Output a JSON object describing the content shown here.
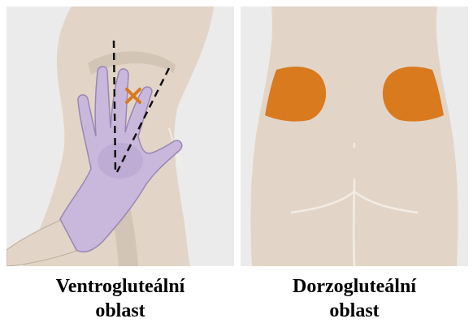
{
  "panels": [
    {
      "caption_line1": "Ventrogluteální",
      "caption_line2": "oblast",
      "icon": "injection-site-cross",
      "highlight_color": "#d97a1f",
      "glove_color": "#c9b8dc"
    },
    {
      "caption_line1": "Dorzogluteální",
      "caption_line2": "oblast",
      "icon": "injection-areas",
      "highlight_color": "#d97a1f"
    }
  ],
  "colors": {
    "panel_bg": "#ebebeb",
    "skin": "#e2d5c8",
    "skin_shadow": "#d3c5b6"
  }
}
